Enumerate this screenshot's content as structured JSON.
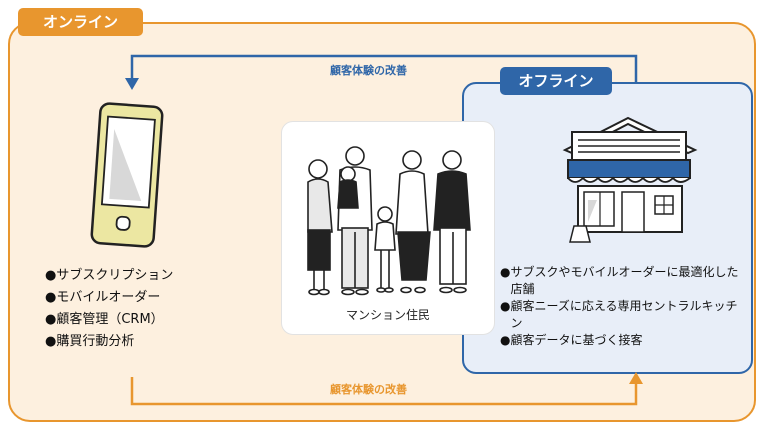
{
  "online": {
    "tag": "オンライン"
  },
  "offline": {
    "tag": "オフライン"
  },
  "flows": {
    "top": "顧客体験の改善",
    "bottom": "顧客体験の改善"
  },
  "center": {
    "caption": "マンション住民"
  },
  "online_features": [
    "サブスクリプション",
    "モバイルオーダー",
    "顧客管理（CRM）",
    "購買行動分析"
  ],
  "offline_features": [
    "サブスクやモバイルオーダーに最適化した店舗",
    "顧客ニーズに応える専用セントラルキッチン",
    "顧客データに基づく接客"
  ],
  "bullet": "●",
  "colors": {
    "online": "#e8962e",
    "online_bg": "#fdf0df",
    "offline": "#2f66a8",
    "offline_bg": "#e8eef8"
  }
}
